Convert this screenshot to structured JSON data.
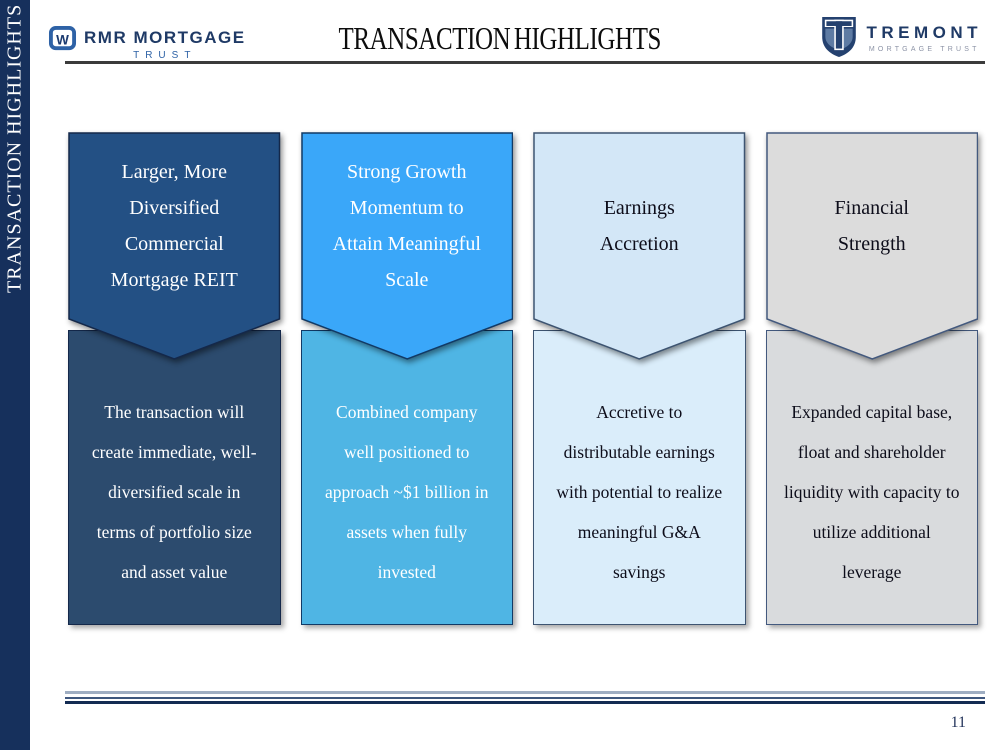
{
  "sidebar": {
    "label": "TRANSACTION HIGHLIGHTS"
  },
  "header": {
    "title": "TRANSACTION HIGHLIGHTS",
    "rmr_logo": {
      "monogram": "W",
      "name": "RMR MORTGAGE",
      "subtitle": "TRUST"
    },
    "tremont_logo": {
      "monogram": "T",
      "name": "TREMONT",
      "subtitle": "MORTGAGE TRUST"
    }
  },
  "colors": {
    "sidebar_bg": "#16305C",
    "title_rule": "#3B3B3B",
    "rmr_navy": "#1F3A66",
    "rmr_blue": "#2E62A6",
    "tremont_navy": "#1F3A66",
    "tremont_gray": "#8C93A6",
    "footer_line_light": "#9FAEC2",
    "footer_line_mid": "#3E577E",
    "footer_line_dark": "#132B52",
    "page_number": "#24355C"
  },
  "columns": [
    {
      "title": "Larger, More\nDiversified\nCommercial\nMortgage REIT",
      "body": "The transaction will\ncreate immediate, well-\ndiversified scale in\nterms of portfolio size\nand asset value",
      "colors": {
        "header_bg": "#235084",
        "body_bg": "#2C4B6E",
        "border": "#14284A",
        "text": "#FFFFFF"
      }
    },
    {
      "title": "Strong Growth\nMomentum to\nAttain Meaningful\nScale",
      "body": "Combined company\nwell positioned to\napproach ~$1 billion in\nassets when fully\ninvested",
      "colors": {
        "header_bg": "#3AA7F9",
        "body_bg": "#4FB5E4",
        "border": "#113A66",
        "text": "#FFFFFF"
      }
    },
    {
      "title": "Earnings\nAccretion",
      "body": "Accretive to\ndistributable earnings\nwith potential to realize\nmeaningful G&A\nsavings",
      "colors": {
        "header_bg": "#D3E7F7",
        "body_bg": "#DAEDFA",
        "border": "#3D5471",
        "text": "#0D0D1A"
      }
    },
    {
      "title": "Financial\nStrength",
      "body": "Expanded capital base,\nfloat and shareholder\nliquidity with capacity to\nutilize additional\nleverage",
      "colors": {
        "header_bg": "#DCDCDC",
        "body_bg": "#D9DBDD",
        "border": "#43597E",
        "text": "#0D0D1A"
      }
    }
  ],
  "footer": {
    "page_number": "11"
  }
}
